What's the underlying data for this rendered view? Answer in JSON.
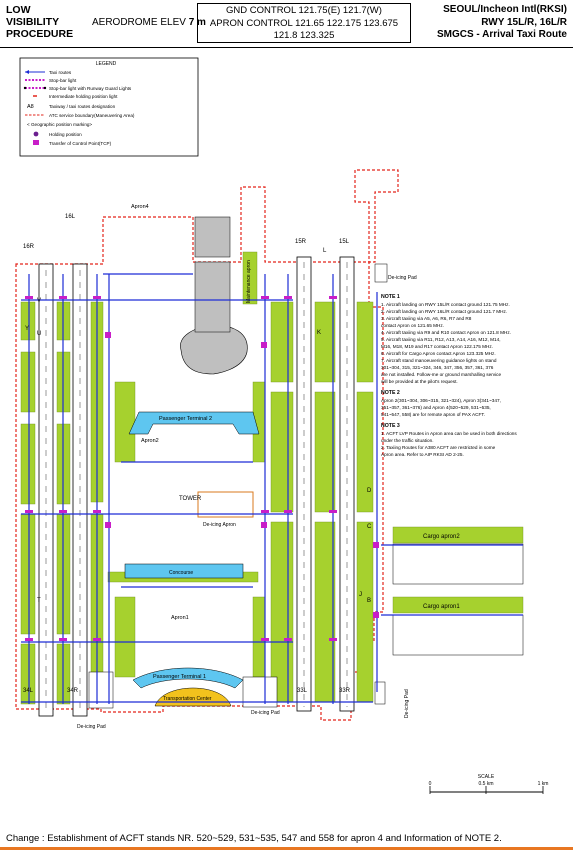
{
  "header": {
    "left_lines": [
      "LOW",
      "VISIBILITY",
      "PROCEDURE"
    ],
    "elevation_label": "AERODROME ELEV",
    "elevation_value": "7 m",
    "freq_lines": [
      "GND  CONTROL  121.75(E)  121.7(W)",
      "APRON CONTROL  121.65  122.175  123.675",
      "121.8  123.325"
    ],
    "right_lines": [
      "SEOUL/Incheon Intl(RKSI)",
      "RWY 15L/R, 16L/R",
      "SMGCS - Arrival Taxi Route"
    ]
  },
  "legend": {
    "title": "LEGEND",
    "items": [
      "Taxi routes",
      "Stop-bar light",
      "Stop-bar light with Runway Guard Lights",
      "Intermediate holding position light",
      "Taxiway / taxi routes designation",
      "ATC service boundary(Maneuvering Area)",
      "< Geographic position marking>",
      "Holding position",
      "Transfer of Control Point(TCP)"
    ],
    "sample_designator": "A8"
  },
  "runways": [
    "16R",
    "16L",
    "15R",
    "15L",
    "34L",
    "34R",
    "33L",
    "33R"
  ],
  "areas": {
    "apron4": "Apron4",
    "apron2": "Apron2",
    "apron1": "Apron1",
    "cargo_apron2": "Cargo apron2",
    "cargo_apron1": "Cargo apron1",
    "terminal2": "Passenger Terminal 2",
    "terminal1": "Passenger Terminal 1",
    "concourse": "Concourse",
    "tower": "TOWER",
    "transport": "Transportation Center",
    "maintenance": "Maintenance apron",
    "deicing_pads": [
      "De-icing Pad",
      "De-icing Pad",
      "De-icing Pad",
      "De-icing Pad"
    ],
    "deicing_apron": "De-icing Apron"
  },
  "taxiway_letters": [
    "Y",
    "V",
    "U",
    "T",
    "L",
    "K",
    "J",
    "D",
    "C",
    "B"
  ],
  "notes": {
    "note1_title": "NOTE 1",
    "note1": [
      "1. Aircraft landing on RWY 15L/R contact ground 121.75 MHz.",
      "2. Aircraft landing on RWY 16L/R contact ground 121.7 MHz.",
      "3. Aircraft taxiing via A5, A6, R6, R7 and R8",
      "   contact Apron on 121.65 MHz.",
      "4. Aircraft taxiing via R9 and R10 contact Apron on 121.8 MHz.",
      "5. Aircraft taxiing via R11, R12, A13, A14, A16, M12, M14,",
      "   M16, M18, M19 and R17 contact Apron 122.175 MHz.",
      "6. Aircraft for Cargo Apron contact Apron 123.325 MHz.",
      "7. Aircraft stand manoeuvering guidance lights on stand",
      "   301~304, 315, 321~324, 346, 347, 356, 357, 361, 376",
      "   are not installed. Follow-me or ground marshalling service",
      "   will be provided at the pilot's request."
    ],
    "note2_title": "NOTE 2",
    "note2": [
      "Apron 2(301~304, 306~315, 321~324), Apron 3(341~347,",
      "351~357, 361~376) and Apron 4(520~529, 531~535,",
      "541~547, 558) are for remote apron of PAX ACFT."
    ],
    "note3_title": "NOTE 3",
    "note3": [
      "1. ACFT LVP Routes in Apron area can be used in both directions",
      "   under the traffic situation.",
      "2. Taxiing Routes for A380 ACFT are restricted in some",
      "   Apron area. Refer to AIP RKSI AD 2-25."
    ]
  },
  "scale": {
    "title": "SCALE",
    "ticks": [
      "0",
      "0.5 km",
      "1 km"
    ]
  },
  "footer": {
    "change_text": "Change : Establishment of ACFT stands NR. 520~529, 531~535, 547 and 558 for apron 4 and Information of NOTE 2."
  },
  "colors": {
    "grass": "#a6d12e",
    "taxi_route": "#1d2cd6",
    "atc_boundary": "#e3241b",
    "stop_bar": "#c81ec8",
    "terminal_fill": "#5ec6f0",
    "footer_rule": "#e87722"
  }
}
